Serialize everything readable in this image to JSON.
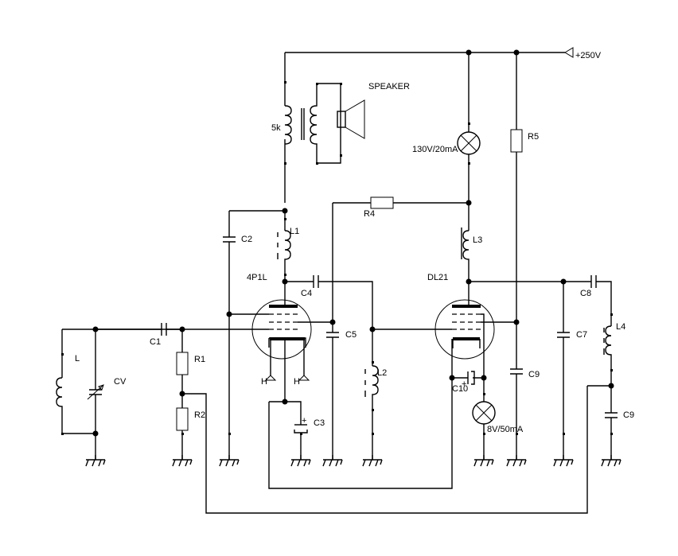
{
  "diagram": {
    "type": "electronic-schematic",
    "supply": {
      "label": "+250V"
    },
    "speaker": {
      "label": "SPEAKER",
      "transformer_label": "5k"
    },
    "tubes": [
      {
        "id": "V1",
        "label": "4P1L",
        "heater_labels": [
          "H",
          "H"
        ]
      },
      {
        "id": "V2",
        "label": "DL21"
      }
    ],
    "lamps": [
      {
        "id": "lamp-anode",
        "label": "130V/20mA"
      },
      {
        "id": "lamp-heater",
        "label": "8V/50mA"
      }
    ],
    "resistors": [
      "R1",
      "R2",
      "R4",
      "R5"
    ],
    "capacitors": [
      "C1",
      "C2",
      "C3",
      "C4",
      "C5",
      "C7",
      "C8",
      "C9",
      "C9",
      "C10"
    ],
    "capacitor_labels": {
      "c1": "C1",
      "c2": "C2",
      "c3": "C3",
      "c4": "C4",
      "c5": "C5",
      "c7": "C7",
      "c8": "C8",
      "c9a": "C9",
      "c9b": "C9",
      "c10": "C10"
    },
    "inductor_labels": {
      "l": "L",
      "l1": "L1",
      "l2": "L2",
      "l3": "L3",
      "l4": "L4"
    },
    "resistor_labels": {
      "r1": "R1",
      "r2": "R2",
      "r4": "R4",
      "r5": "R5"
    },
    "variable_capacitor_label": "CV",
    "polarity_mark": "+"
  }
}
